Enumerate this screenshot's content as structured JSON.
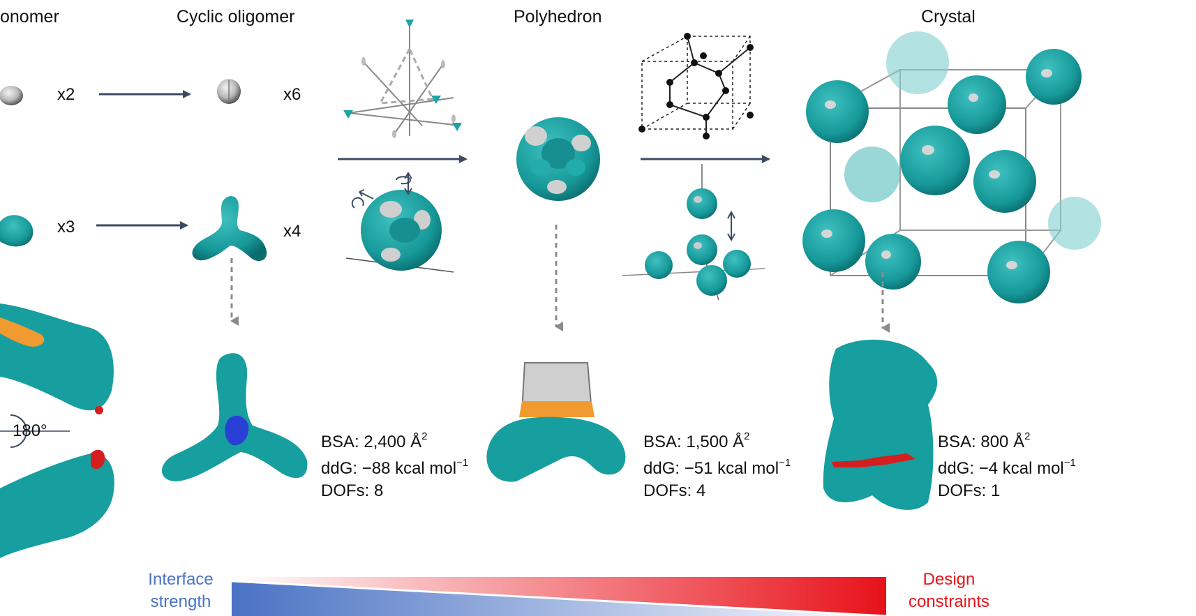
{
  "stages": [
    {
      "title": "onomer"
    },
    {
      "title": "Cyclic oligomer"
    },
    {
      "title": "Polyhedron"
    },
    {
      "title": "Crystal"
    }
  ],
  "multipliers": {
    "m1": "x2",
    "m2": "x6",
    "m3": "x3",
    "m4": "x4"
  },
  "rotation": "180°",
  "stats": [
    {
      "bsa": "BSA: 2,400 Å",
      "bsa_sup": "2",
      "ddg": "ddG: −88 kcal mol",
      "ddg_sup": "−1",
      "dofs": "DOFs: 8"
    },
    {
      "bsa": "BSA: 1,500 Å",
      "bsa_sup": "2",
      "ddg": "ddG: −51 kcal mol",
      "ddg_sup": "−1",
      "dofs": "DOFs: 4"
    },
    {
      "bsa": "BSA: 800 Å",
      "bsa_sup": "2",
      "ddg": "ddG: −4 kcal mol",
      "ddg_sup": "−1",
      "dofs": "DOFs: 1"
    }
  ],
  "gradient": {
    "left_label_1": "Interface",
    "left_label_2": "strength",
    "right_label_1": "Design",
    "right_label_2": "constraints",
    "left_color": "#4a72c4",
    "right_color": "#e8121a"
  },
  "colors": {
    "teal": "#1fa3a3",
    "teal_dark": "#0d7d7f",
    "grey": "#c8c8c8",
    "orange": "#f09a30",
    "red": "#d41f1f",
    "blue": "#2a3fd6",
    "arrow": "#3c4a63"
  }
}
